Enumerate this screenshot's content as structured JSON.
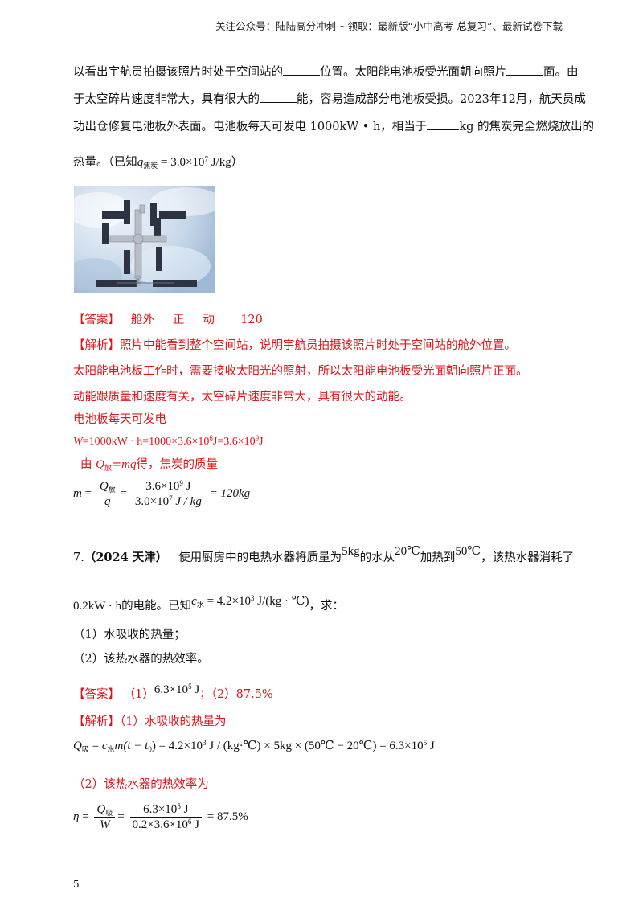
{
  "header": {
    "text": "关注公众号：陆陆高分冲刺 ~领取：最新版“小中高考-总复习”、最新试卷下载"
  },
  "q6": {
    "line1_a": "以看出宇航员拍摄该照片时处于空间站的",
    "line1_b": "位置。太阳能电池板受光面朝向照片",
    "line1_c": "面。由",
    "line2_a": "于太空碎片速度非常大，具有很大的",
    "line2_b": "能，容易造成部分电池板受损。2023年12月，航天员成",
    "line3_a": "功出仓修复电池板外表面。电池板每天可发电 1000kW • h，相当于",
    "line3_b": "kg 的焦炭完全燃烧放出的",
    "line4_a": "热量。（已知",
    "q_symbol": "q",
    "q_sub": "焦炭",
    "q_value": "= 3.0×10",
    "q_exp": "7",
    "q_unit": " J/kg",
    "line4_b": "）",
    "answer_tag": "【答案】",
    "answers": [
      "舱外",
      "正",
      "动",
      "120"
    ],
    "analysis_tag": "【解析】",
    "analysis_1": "照片中能看到整个空间站，说明宇航员拍摄该照片时处于空间站的舱外位置。",
    "analysis_2": "太阳能电池板工作时，需要接收太阳光的照射，所以太阳能电池板受光面朝向照片正面。",
    "analysis_3": "动能跟质量和速度有关，太空碎片速度非常大，具有很大的动能。",
    "analysis_4": "电池板每天可发电",
    "w_eq_a": "W",
    "w_eq_b": "=1000kW · h=1000×3.6×10",
    "w_exp1": "6",
    "w_eq_c": "J=3.6×10",
    "w_exp2": "9",
    "w_eq_d": "J",
    "analysis_5_a": "由",
    "analysis_5_q": "Q",
    "analysis_5_sub": "放",
    "analysis_5_b": "=",
    "analysis_5_mq": "mq",
    "analysis_5_c": "得，焦炭的质量",
    "m_lhs": "m",
    "m_num1": "Q",
    "m_num1_sub": "放",
    "m_den1": "q",
    "m_num2": "3.6×10",
    "m_num2_exp": "9",
    "m_num2_unit": " J",
    "m_den2": "3.0×10",
    "m_den2_exp": "7",
    "m_den2_unit": " J / kg",
    "m_result": "= 120kg"
  },
  "q7": {
    "number": "7.",
    "source": "（2024 天津）",
    "text_a": "使用厨房中的电热水器将质量为",
    "mass": "5kg",
    "text_b": "的水从",
    "t0": "20℃",
    "text_c": "加热到",
    "t1": "50℃",
    "text_d": "，该热水器消耗了",
    "energy": "0.2kW · h",
    "text_e": "的电能。已知",
    "c_symbol": "c",
    "c_sub": "水",
    "c_value": "= 4.2×10",
    "c_exp": "3",
    "c_unit": " J/(kg · ℃)",
    "text_f": "，求：",
    "sub1": "（1）水吸收的热量；",
    "sub2": "（2）该热水器的热效率。",
    "answer_tag": "【答案】",
    "answer_1_label": "（1）",
    "answer_1_value": "6.3×10",
    "answer_1_exp": "5",
    "answer_1_unit": " J",
    "answer_sep": "；",
    "answer_2": "（2）87.5%",
    "analysis_tag": "【解析】",
    "analysis_1": "（1）水吸收的热量为",
    "eq1_lhs": "Q",
    "eq1_lhs_sub": "吸",
    "eq1_c": "c",
    "eq1_c_sub": "水",
    "eq1_body": "m(t − t",
    "eq1_t0sub": "0",
    "eq1_mid": ") = 4.2×10",
    "eq1_exp1": "3",
    "eq1_rest": " J / (kg·℃) × 5kg × (50℃ − 20℃) = 6.3×10",
    "eq1_exp2": "5",
    "eq1_end": " J",
    "analysis_2": "（2）该热水器的热效率为",
    "eta": "η",
    "eta_num1": "Q",
    "eta_num1_sub": "吸",
    "eta_den1": "W",
    "eta_num2": "6.3×10",
    "eta_num2_exp": "5",
    "eta_num2_unit": " J",
    "eta_den2": "0.2×3.6×10",
    "eta_den2_exp": "6",
    "eta_den2_unit": " J",
    "eta_result": "= 87.5%"
  },
  "page_number": "5"
}
